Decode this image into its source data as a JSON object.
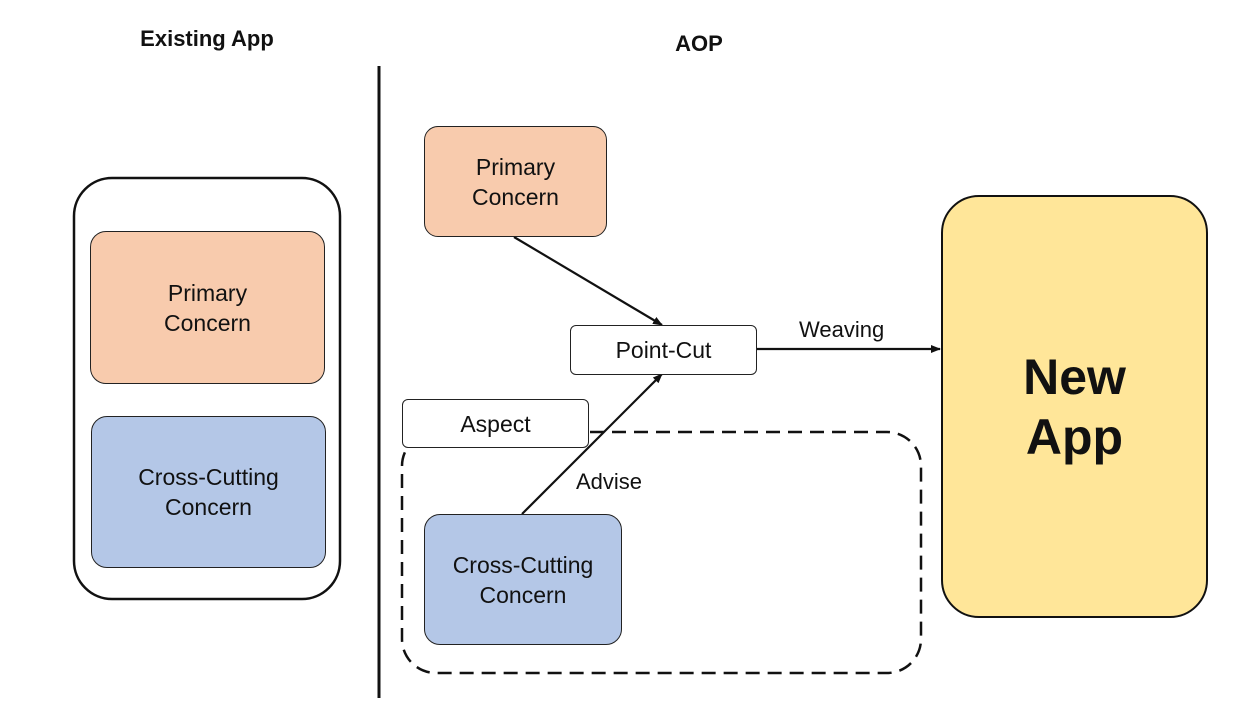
{
  "left": {
    "title": "Existing App",
    "primary": [
      "Primary",
      "Concern"
    ],
    "cross": [
      "Cross-Cutting",
      "Concern"
    ]
  },
  "right": {
    "title": "AOP",
    "primary": [
      "Primary",
      "Concern"
    ],
    "pointcut": "Point-Cut",
    "aspect": "Aspect",
    "advise": "Advise",
    "weaving": "Weaving",
    "cross": [
      "Cross-Cutting",
      "Concern"
    ],
    "new_app": [
      "New",
      "App"
    ]
  },
  "colors": {
    "primary_fill": "#f8cbad",
    "cross_fill": "#b4c7e7",
    "new_app_fill": "#ffe699"
  }
}
